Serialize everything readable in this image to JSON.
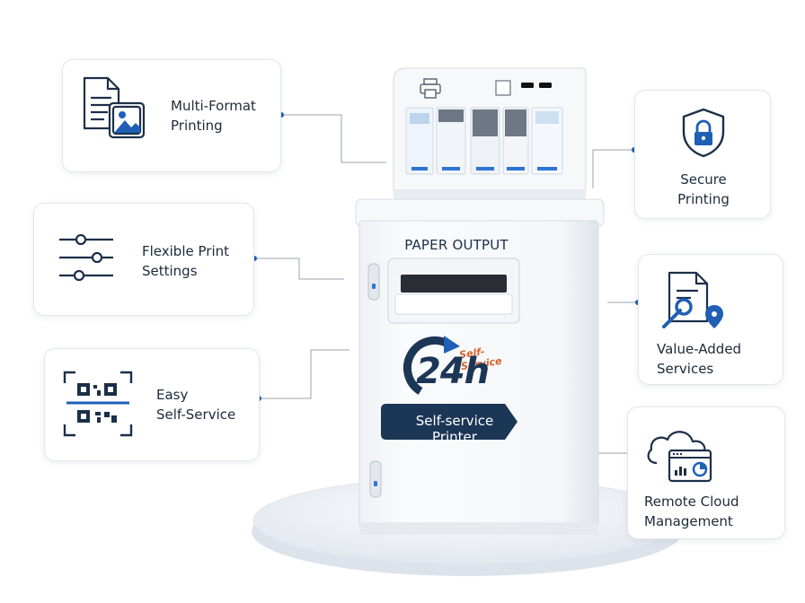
{
  "features": {
    "multi_format": {
      "line1": "Multi-Format",
      "line2": "Printing",
      "icon": "document-image-icon"
    },
    "flexible": {
      "line1": "Flexible Print",
      "line2": "Settings",
      "icon": "sliders-icon"
    },
    "easy": {
      "line1": "Easy",
      "line2": "Self-Service",
      "icon": "qr-scan-icon"
    },
    "secure": {
      "line1": "Secure",
      "line2": "Printing",
      "icon": "shield-lock-icon"
    },
    "value_added": {
      "line1": "Value-Added",
      "line2": "Services",
      "icon": "document-tools-icon"
    },
    "remote_cloud": {
      "line1": "Remote Cloud",
      "line2": "Management",
      "icon": "cloud-dashboard-icon"
    }
  },
  "kiosk": {
    "paper_output": "PAPER OUTPUT",
    "badge_hours": "24h",
    "badge_sub_line1": "Self-",
    "badge_sub_line2": "Service",
    "banner": "Self-service Printer"
  },
  "colors": {
    "accent": "#1f5fb5",
    "navy": "#1c3656",
    "orange": "#d6622a",
    "card_border": "#e2e6ec"
  }
}
